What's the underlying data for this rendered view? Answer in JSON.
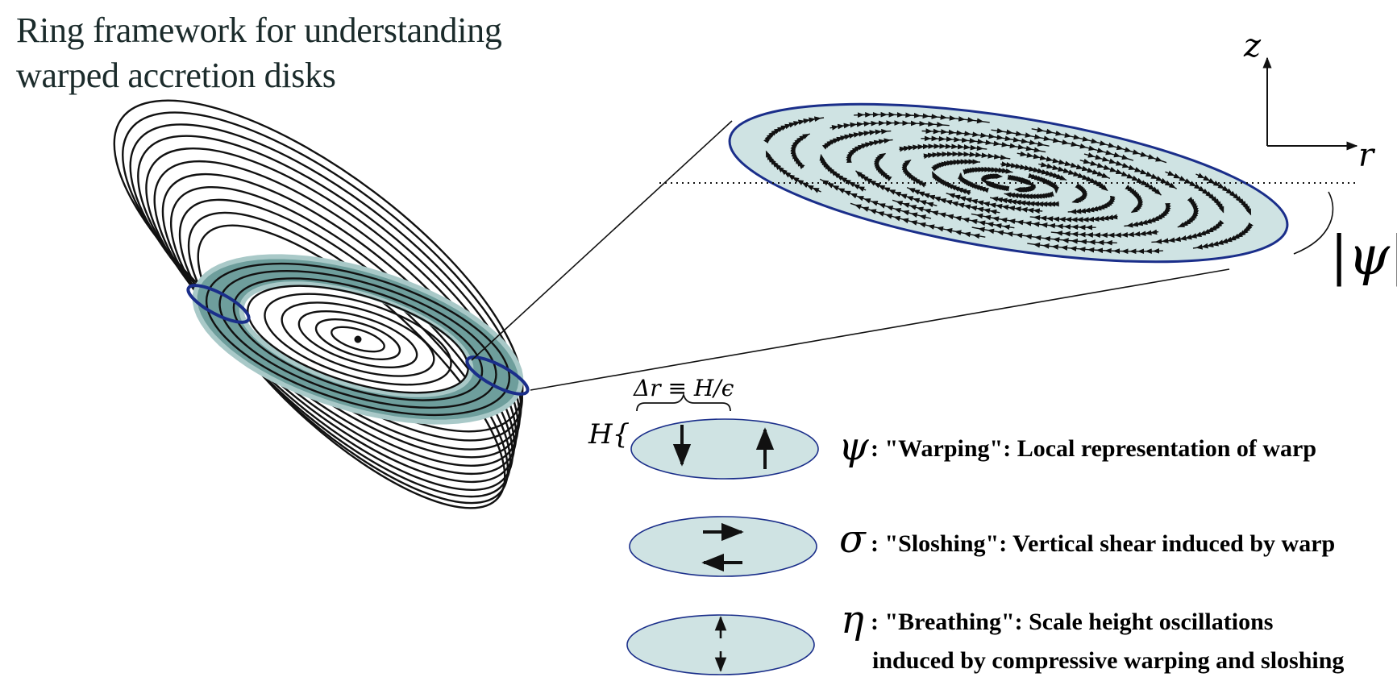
{
  "title": {
    "line1": "Ring framework for understanding",
    "line2": "warped accretion disks"
  },
  "axes": {
    "z_label": "z",
    "r_label": "r"
  },
  "annotations": {
    "psi_amplitude": "|ψ|",
    "delta_r": "Δr ≡ H/ϵ",
    "scale_height": "H{"
  },
  "modes": [
    {
      "symbol": "ψ",
      "name": "\"Warping\"",
      "description": "Local representation of warp",
      "arrows": "↓ ↑"
    },
    {
      "symbol": "σ",
      "name": "\"Sloshing\"",
      "description": "Vertical shear induced by warp",
      "arrows": "→ ←"
    },
    {
      "symbol": "η",
      "name": "\"Breathing\"",
      "description": "Scale height oscillations",
      "description2": "induced by compressive warping and sloshing",
      "arrows": "↕"
    }
  ],
  "colors": {
    "ring_fill": "#cfe3e3",
    "ring_stroke": "#1a2e8a",
    "band": "#6e9e9c",
    "band_light": "#a9c9c8",
    "line": "#111111"
  }
}
